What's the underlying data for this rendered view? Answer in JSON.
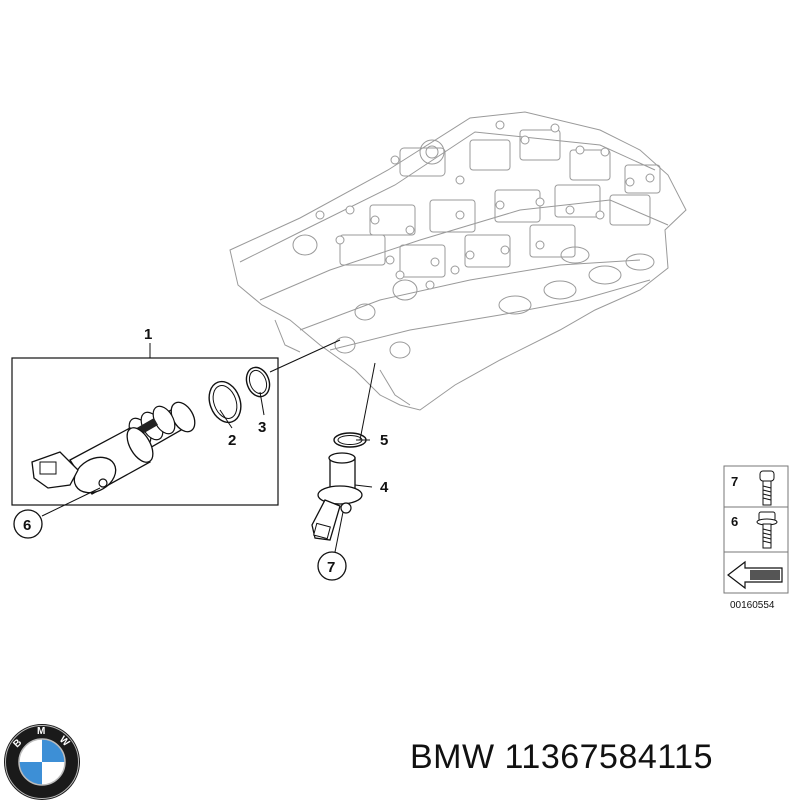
{
  "callouts": {
    "c1": "1",
    "c2": "2",
    "c3": "3",
    "c4": "4",
    "c5": "5",
    "c6": "6",
    "c7": "7"
  },
  "legend": {
    "item_7": "7",
    "item_6": "6",
    "reference": "00160554"
  },
  "caption": {
    "brand": "BMW",
    "part_number": "11367584115",
    "text": "BMW 11367584115"
  },
  "logo": {
    "letters": [
      "B",
      "M",
      "W"
    ],
    "colors": {
      "blue": "#3d8fd6",
      "white": "#ffffff",
      "ring": "#1a1a1a"
    }
  }
}
